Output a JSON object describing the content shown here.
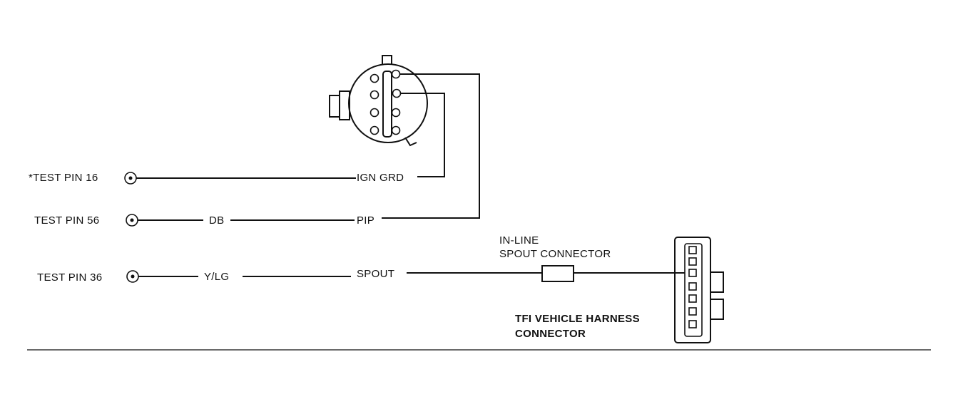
{
  "test_pins": [
    {
      "label": "*TEST PIN 16"
    },
    {
      "label": "TEST PIN 56"
    },
    {
      "label": "TEST PIN 36"
    }
  ],
  "wires": {
    "ign_grd": "IGN GRD",
    "db": "DB",
    "pip": "PIP",
    "ylg": "Y/LG",
    "spout": "SPOUT"
  },
  "inline_connector": {
    "line1": "IN-LINE",
    "line2": "SPOUT CONNECTOR"
  },
  "harness_connector": {
    "line1": "TFI VEHICLE HARNESS",
    "line2": "CONNECTOR"
  }
}
